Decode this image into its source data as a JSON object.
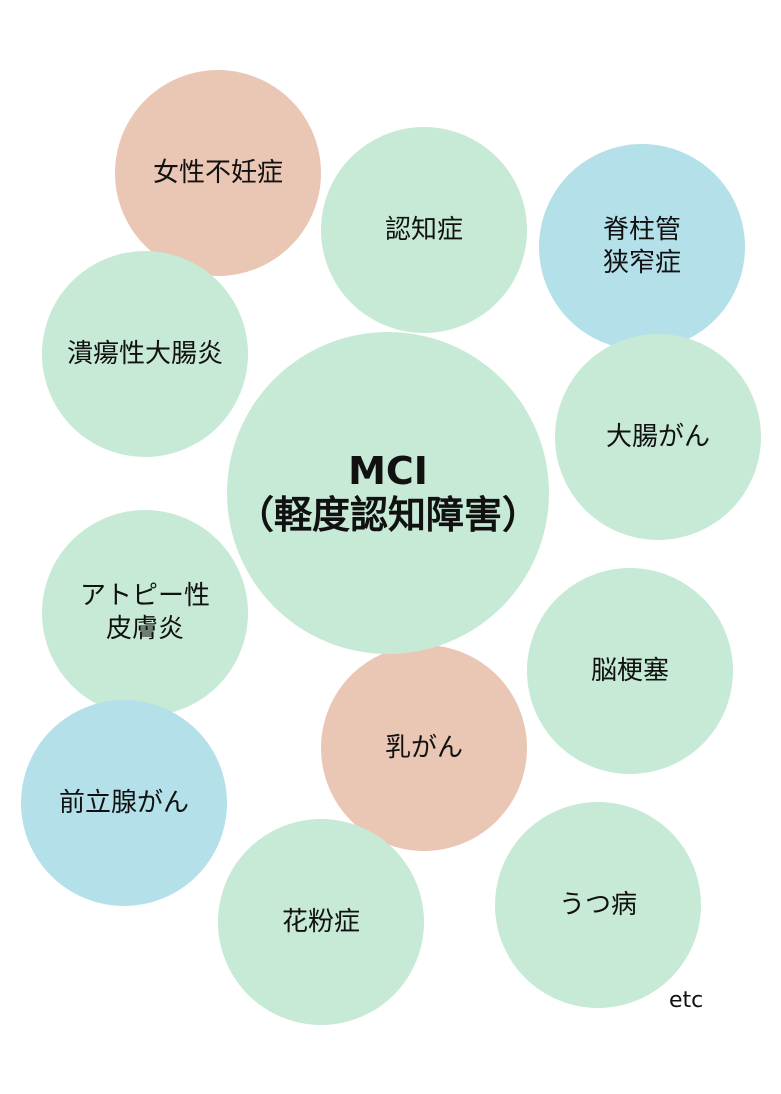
{
  "diagram": {
    "center": {
      "label": "MCI\n（軽度認知障害）"
    },
    "conditions": [
      {
        "id": "female-infertility",
        "label": "女性不妊症",
        "color": "#eac6b5"
      },
      {
        "id": "dementia",
        "label": "認知症",
        "color": "#c6ead5"
      },
      {
        "id": "spinal-stenosis",
        "label": "脊柱管\n狭窄症",
        "color": "#b4e0ea"
      },
      {
        "id": "ulcerative-colitis",
        "label": "潰瘍性大腸炎",
        "color": "#c6ead5"
      },
      {
        "id": "colon-cancer",
        "label": "大腸がん",
        "color": "#c6ead5"
      },
      {
        "id": "atopic-dermatitis",
        "label": "アトピー性\n皮膚炎",
        "color": "#c6ead5"
      },
      {
        "id": "cerebral-infarction",
        "label": "脳梗塞",
        "color": "#c6ead5"
      },
      {
        "id": "breast-cancer",
        "label": "乳がん",
        "color": "#eac6b5"
      },
      {
        "id": "prostate-cancer",
        "label": "前立腺がん",
        "color": "#b4e0ea"
      },
      {
        "id": "hay-fever",
        "label": "花粉症",
        "color": "#c6ead5"
      },
      {
        "id": "depression",
        "label": "うつ病",
        "color": "#c6ead5"
      }
    ],
    "footnote": "etc"
  }
}
